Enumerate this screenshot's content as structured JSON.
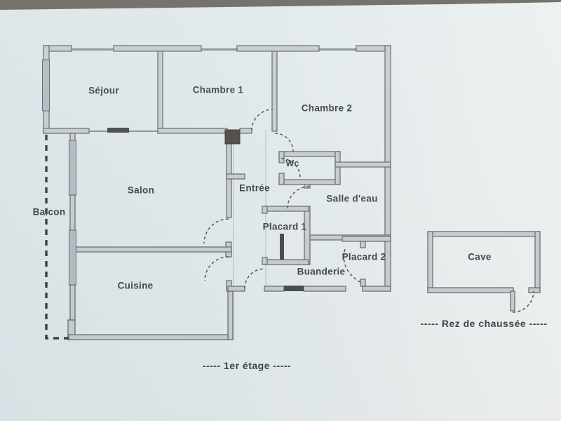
{
  "plan": {
    "labels": {
      "sejour": "Séjour",
      "chambre1": "Chambre 1",
      "chambre2": "Chambre 2",
      "salon": "Salon",
      "entree": "Entrée",
      "wc": "Wc",
      "salle_eau": "Salle d'eau",
      "placard1": "Placard 1",
      "placard2": "Placard 2",
      "buanderie": "Buanderie",
      "cuisine": "Cuisine",
      "balcon": "Balcon",
      "cave": "Cave"
    },
    "captions": {
      "first_floor": "-----  1er étage  -----",
      "ground_floor": "-----  Rez de chaussée  -----"
    },
    "colors": {
      "ink": "#4a5056",
      "wall_fill": "#c6ccd1",
      "window_fill": "#b2bac1",
      "dark_feature": "#4e4843",
      "paper": "#e4ebee",
      "photo_edge": "#6b675e"
    }
  }
}
